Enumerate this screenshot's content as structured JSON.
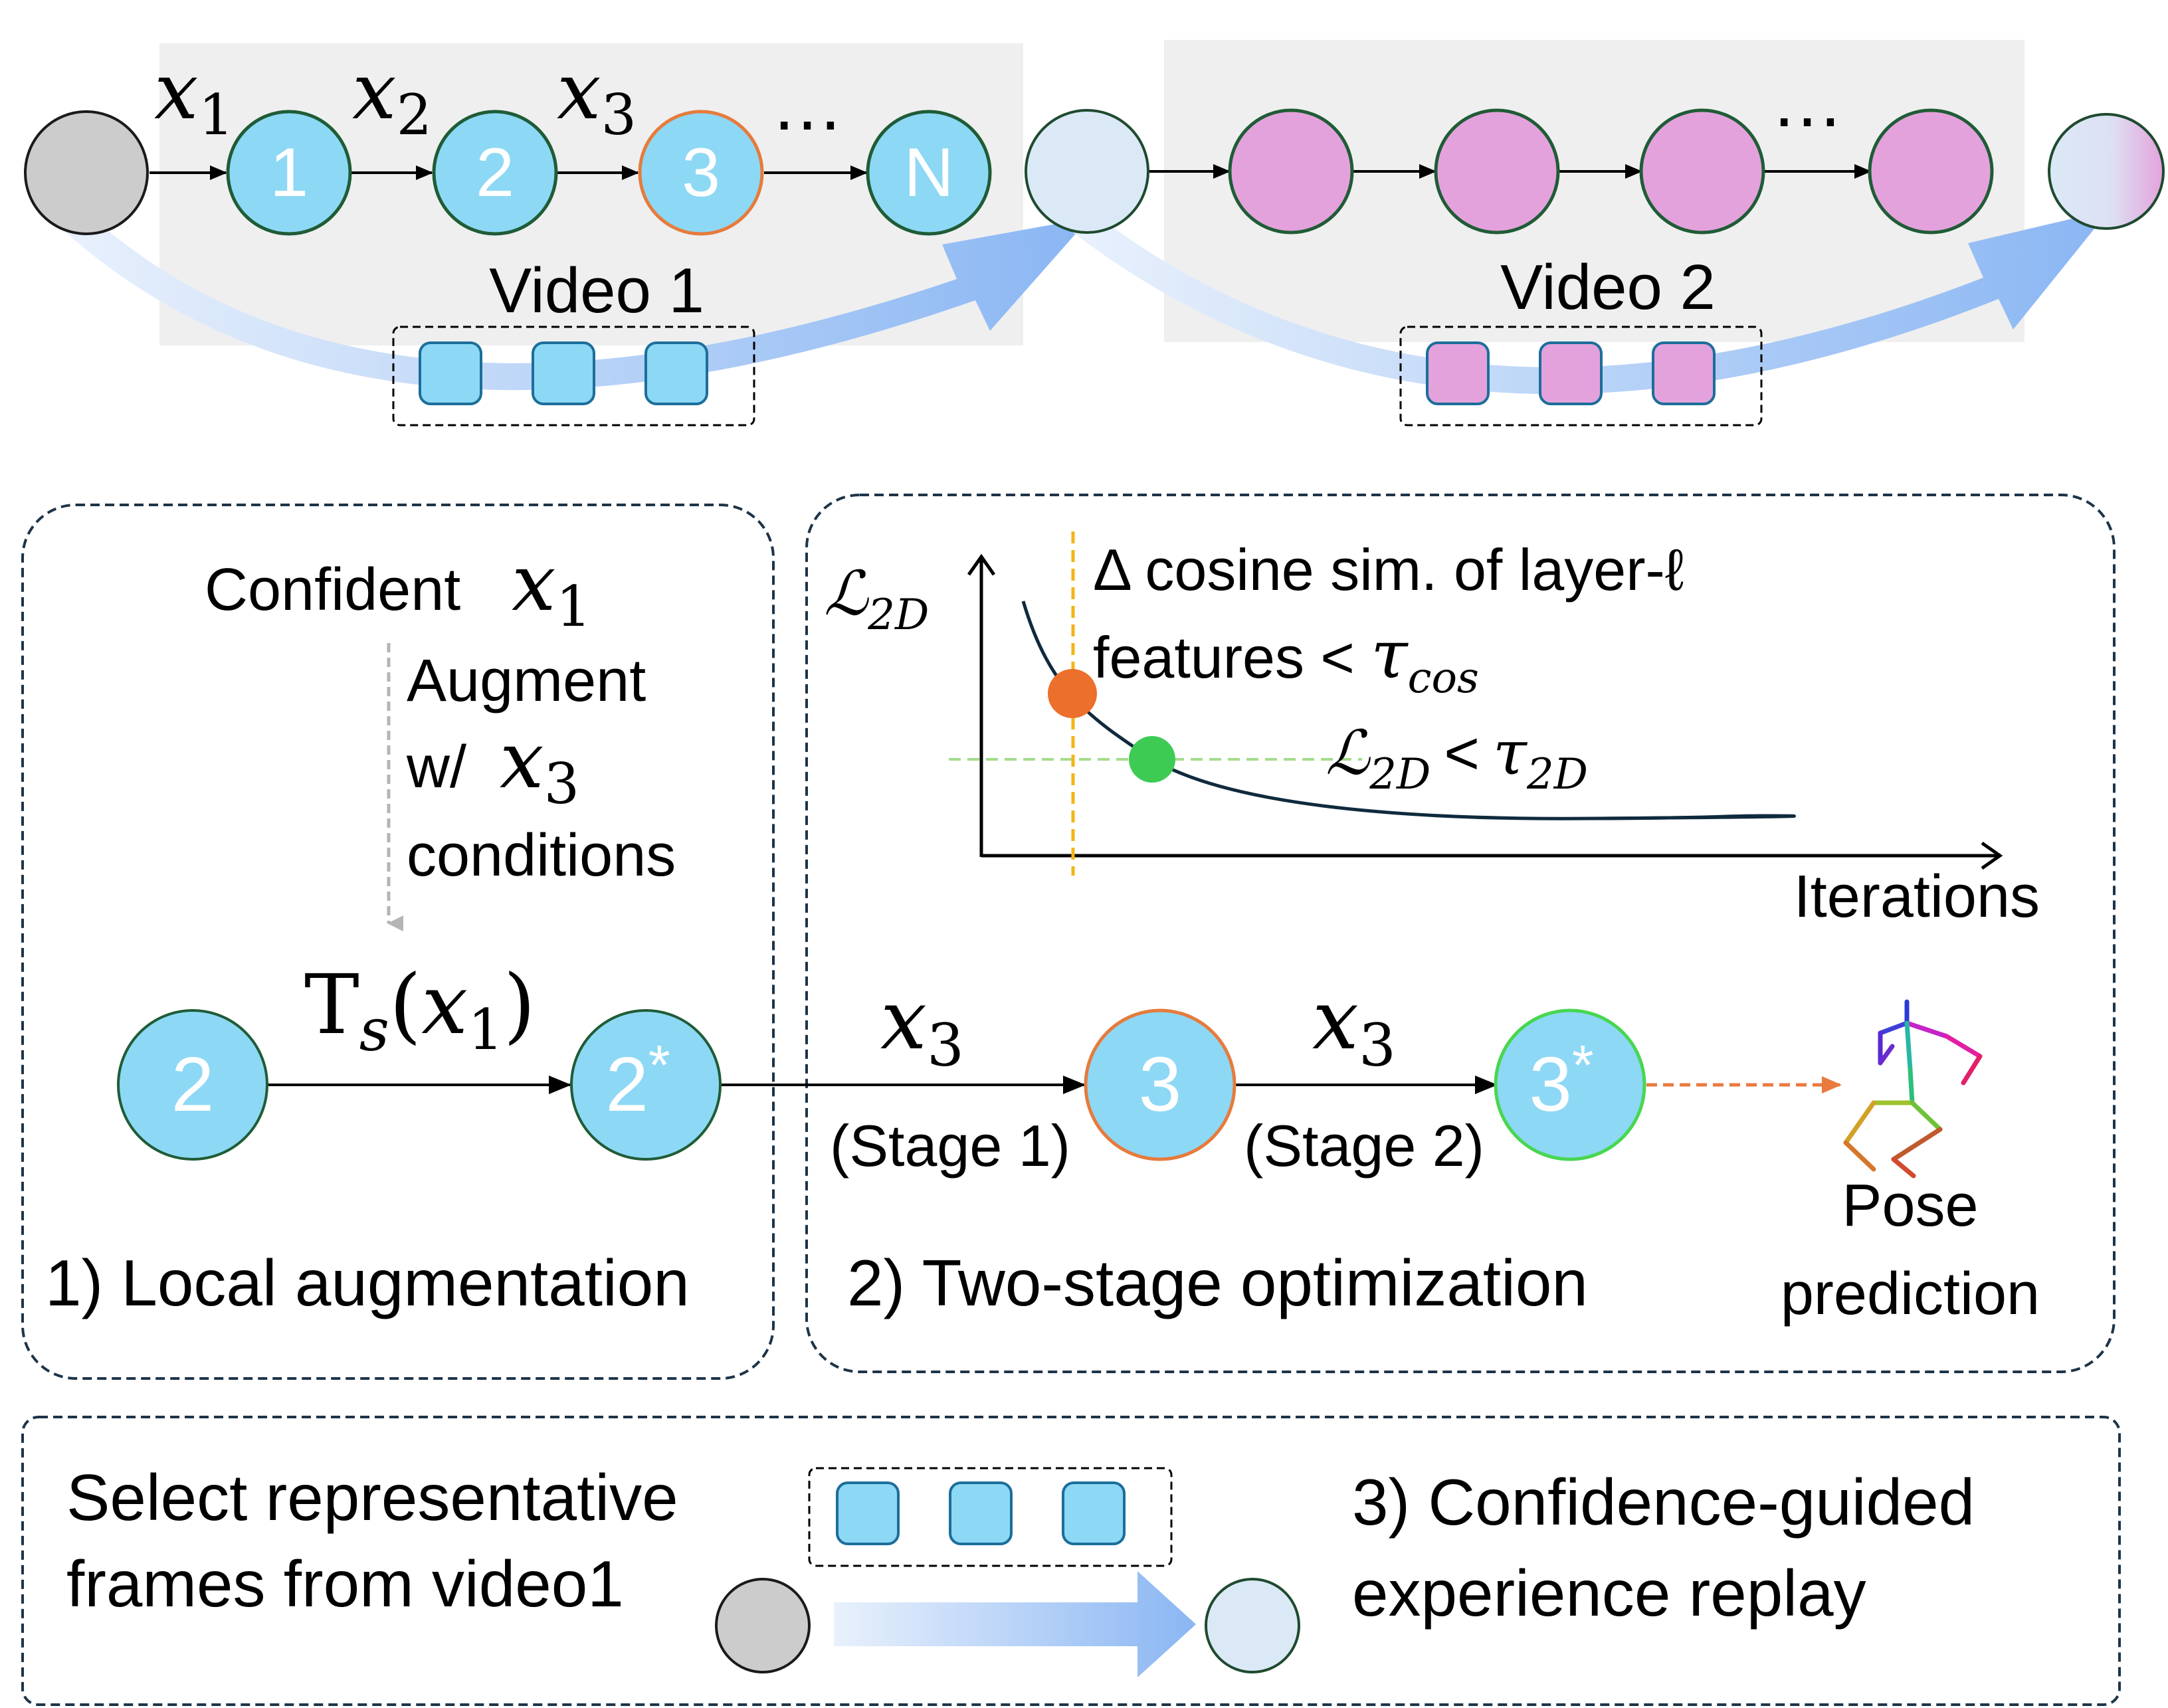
{
  "colors": {
    "node_blue": "#8dd8f5",
    "node_pink": "#e4a2dc",
    "node_gray": "#cccccc",
    "node_light": "#dbe9f7",
    "stroke_green": "#1f5c36",
    "stroke_orange": "#e67b3c",
    "stroke_bright_green": "#48d651",
    "panel_gray": "#efefef",
    "dash_navy": "#1d3448",
    "arrow_blue": "#98bff5",
    "orange_dot": "#ec6f2b",
    "green_dot": "#3ecb54",
    "yellow_line": "#f2b417",
    "pose_arrow": "#e97a3e"
  },
  "top": {
    "video1_label": "Video 1",
    "video2_label": "Video 2",
    "video1_nodes": [
      "1",
      "2",
      "3",
      "N"
    ],
    "edge_labels": [
      {
        "var": "x",
        "sub": "1"
      },
      {
        "var": "x",
        "sub": "2"
      },
      {
        "var": "x",
        "sub": "3"
      }
    ],
    "ellipsis": "…"
  },
  "panel1": {
    "confident_word": "Confident",
    "confident_var": "x",
    "confident_sub": "1",
    "augment_line1": "Augment",
    "augment_w": "w/",
    "augment_var": "x",
    "augment_sub": "3",
    "augment_line3": "conditions",
    "transform_T": "T",
    "transform_sub": "s",
    "transform_open": "(",
    "transform_var": "x",
    "transform_var_sub": "1",
    "transform_close": ")",
    "node_left": "2",
    "node_right": "2",
    "node_right_star": "*",
    "title": "1) Local augmentation"
  },
  "panel2": {
    "y_axis_script": "ℒ",
    "y_axis_sub": "2D",
    "annotation_line1": "Δ cosine sim. of layer-ℓ",
    "annotation_line2_text": "features <",
    "annotation_line2_var": "τ",
    "annotation_line2_sub": "cos",
    "loss_script": "ℒ",
    "loss_sub": "2D",
    "loss_lt": "<",
    "loss_tau": "τ",
    "loss_tau_sub": "2D",
    "x_axis_label": "Iterations",
    "edge1_var": "x",
    "edge1_sub": "3",
    "edge2_var": "x",
    "edge2_sub": "3",
    "stage1": "(Stage 1)",
    "stage2": "(Stage 2)",
    "node_mid": "3",
    "node_end": "3",
    "node_end_star": "*",
    "pose_line1": "Pose",
    "pose_line2": "prediction",
    "title": "2) Two-stage optimization"
  },
  "panel3": {
    "text_line1": "Select representative",
    "text_line2": "frames from video1",
    "title_line1": "3) Confidence-guided",
    "title_line2": "experience replay"
  }
}
